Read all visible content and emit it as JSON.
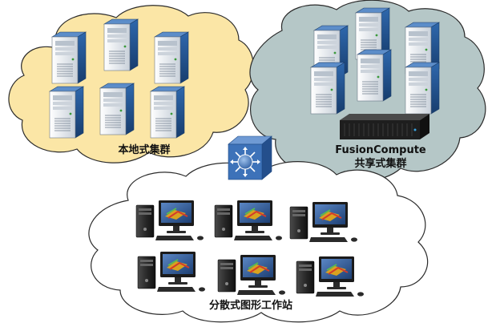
{
  "labels": {
    "local_cluster": "本地式集群",
    "fusion_product": "FusionCompute",
    "shared_cluster": "共享式集群",
    "workstations": "分散式图形工作站"
  },
  "colors": {
    "local_cloud_fill": "#fbe6a6",
    "shared_cloud_fill": "#b5c7c7",
    "workstation_cloud_fill": "#ffffff",
    "cloud_stroke": "#2b2b2b",
    "server_side": "#1f4f8c",
    "server_front": "#e9edf1",
    "switch_blue": "#3d72b9"
  }
}
